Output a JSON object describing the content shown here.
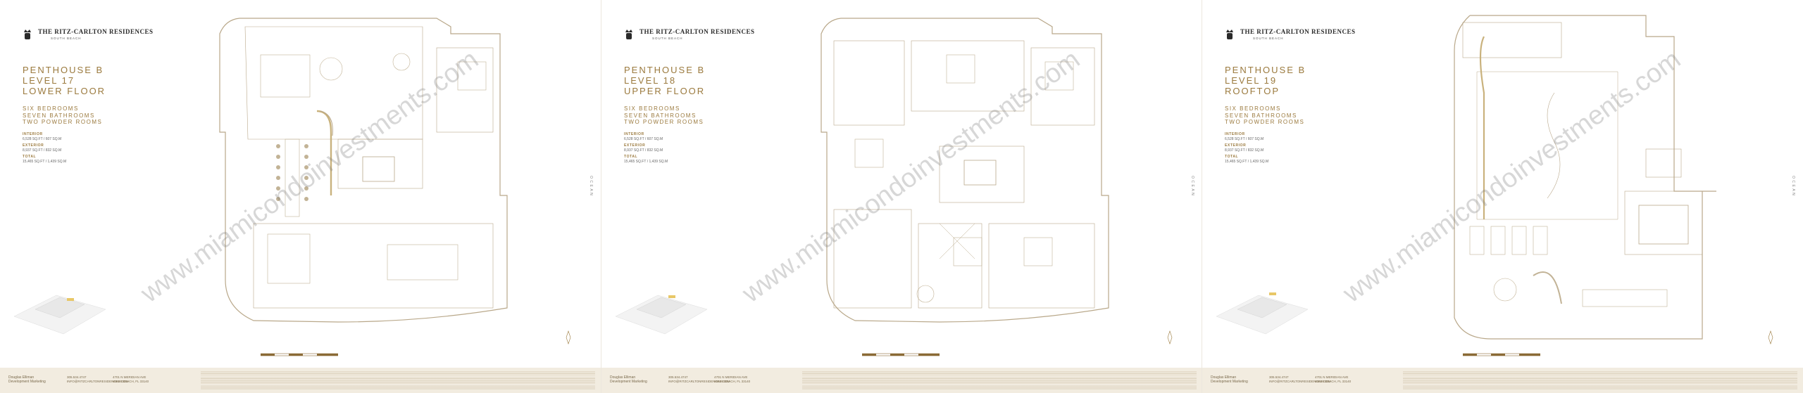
{
  "brand": {
    "name": "THE RITZ-CARLTON RESIDENCES",
    "sub": "SOUTH BEACH"
  },
  "watermark": "www.miamicondoinvestments.com",
  "ocean_label": "OCEAN",
  "common": {
    "bedrooms": "SIX BEDROOMS",
    "bathrooms": "SEVEN BATHROOMS",
    "powder": "TWO POWDER ROOMS",
    "interior_label": "INTERIOR",
    "interior_value": "6,528 SQ.FT / 607 SQ.M",
    "exterior_label": "EXTERIOR",
    "exterior_value": "8,937 SQ.FT / 832 SQ.M",
    "total_label": "TOTAL",
    "total_value": "15,465 SQ.FT / 1,439 SQ.M"
  },
  "footer": {
    "logo_line1": "Douglas Elliman",
    "logo_line2": "Development Marketing",
    "phone": "305.534.4747",
    "email": "INFO@RITZCARLTONRESIDENCES.COM",
    "address1": "4701 N MERIDIAN AVE",
    "address2": "MIAMI BEACH, FL 33140"
  },
  "sheets": [
    {
      "title_line1": "PENTHOUSE B",
      "title_line2": "LEVEL 17",
      "title_line3": "LOWER FLOOR"
    },
    {
      "title_line1": "PENTHOUSE B",
      "title_line2": "LEVEL 18",
      "title_line3": "UPPER FLOOR"
    },
    {
      "title_line1": "PENTHOUSE B",
      "title_line2": "LEVEL 19",
      "title_line3": "ROOFTOP"
    }
  ],
  "colors": {
    "gold": "#9b7a3e",
    "line": "#b9a88a",
    "footer": "#f2ece0"
  }
}
